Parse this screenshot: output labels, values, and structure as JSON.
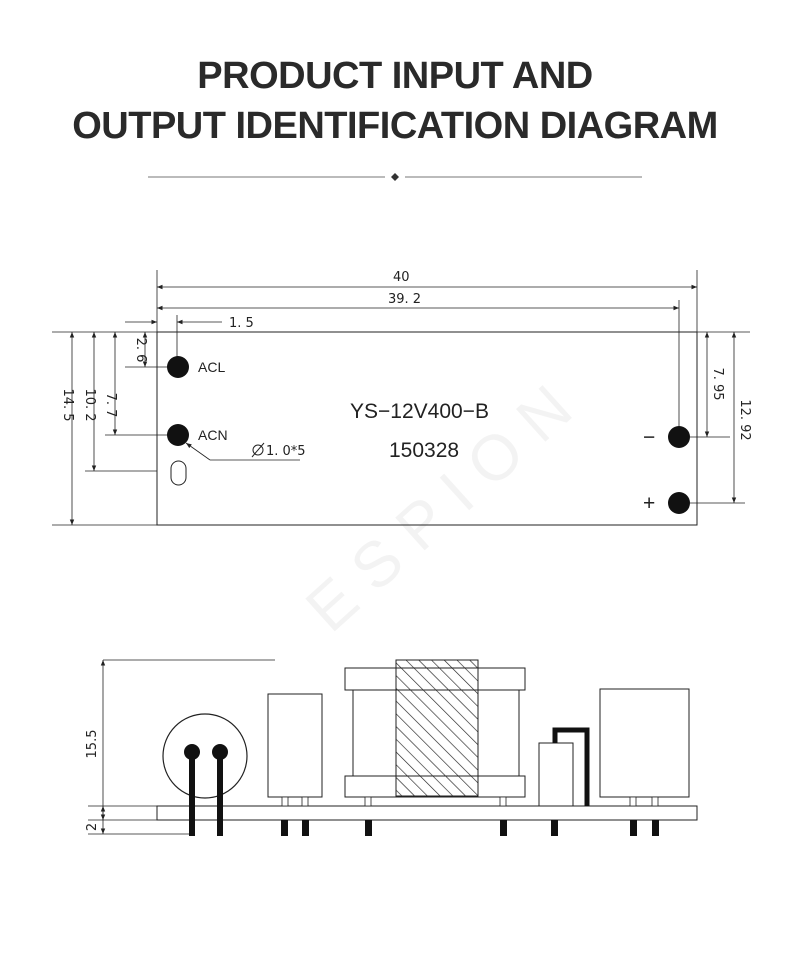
{
  "header": {
    "title_line1": "PRODUCT INPUT AND",
    "title_line2": "OUTPUT IDENTIFICATION DIAGRAM"
  },
  "top_view": {
    "dim_width_total": "40",
    "dim_width_holes": "39. 2",
    "dim_offset_left": "1. 5",
    "dim_acl_top": "2. 6",
    "dim_acn_top": "7. 7",
    "dim_slot": "10. 2",
    "dim_height": "14. 5",
    "dim_minus_top": "7. 95",
    "dim_plus_top": "12. 92",
    "pin_acl": "ACL",
    "pin_acn": "ACN",
    "hole_spec": "1. 0*5",
    "pin_minus": "−",
    "pin_plus": "+",
    "model": "YS−12V400−B",
    "date_code": "150328",
    "watermark": "E S P I O N"
  },
  "side_view": {
    "dim_height": "15.5",
    "dim_pin": "2"
  }
}
